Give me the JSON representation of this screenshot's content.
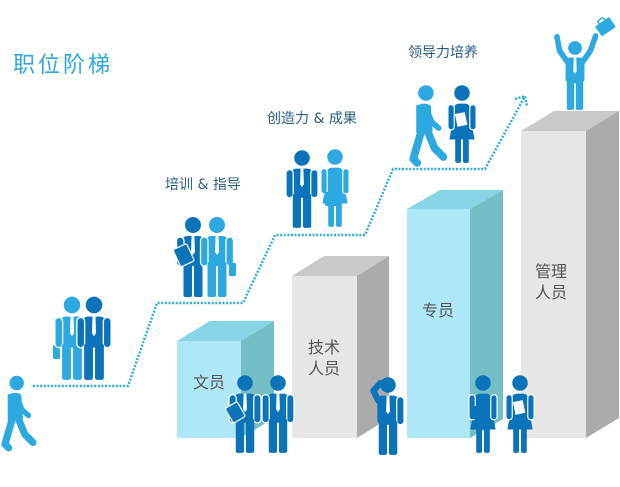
{
  "title": "职位阶梯",
  "stages": [
    {
      "label": "培训 & 指导"
    },
    {
      "label": "创造力 & 成果"
    },
    {
      "label": "领导力培养"
    }
  ],
  "levels": [
    {
      "lines": [
        "文员"
      ]
    },
    {
      "lines": [
        "技术",
        "人员"
      ]
    },
    {
      "lines": [
        "专员"
      ]
    },
    {
      "lines": [
        "管理",
        "人员"
      ]
    }
  ],
  "colors": {
    "title": "#2DA7E0",
    "figure_dark": "#0B73BA",
    "figure_light": "#2CA9E1",
    "path_dots": "#29ABE2",
    "cyan_box_front": "#AEE7F5",
    "cyan_box_top": "#86D4E6",
    "cyan_box_side": "#74BEC6",
    "gray_box_front": "#E6E6E6",
    "gray_box_top": "#C9C9C9",
    "gray_box_side": "#ABABAB"
  },
  "icons": [
    "walking-person-icon",
    "businessman-icon",
    "businesswoman-icon",
    "briefcase-icon",
    "folder-icon",
    "phone-call-person-icon",
    "celebrating-person-icon",
    "dotted-arrow-path"
  ]
}
